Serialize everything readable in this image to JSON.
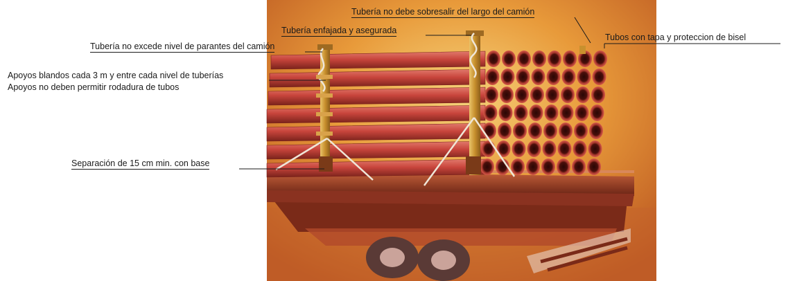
{
  "labels": {
    "length": "Tubería no debe sobresalir del largo del camión",
    "strapped": "Tubería enfajada y asegurada",
    "caps": "Tubos con tapa y proteccion de bisel",
    "stakes": "Tubería no excede nivel de parantes del camión",
    "supports": "Apoyos blandos cada 3 m y entre cada nivel de tuberías",
    "no_roll": "Apoyos no deben permitir rodadura de tubos",
    "separation": "Separación de 15 cm min. con base"
  },
  "colors": {
    "pipe": "#c8453c",
    "pipe_dark": "#6e1a14",
    "background": "#e89a3a",
    "deck": "#9a3a24",
    "leader": "#1a1a1a"
  }
}
